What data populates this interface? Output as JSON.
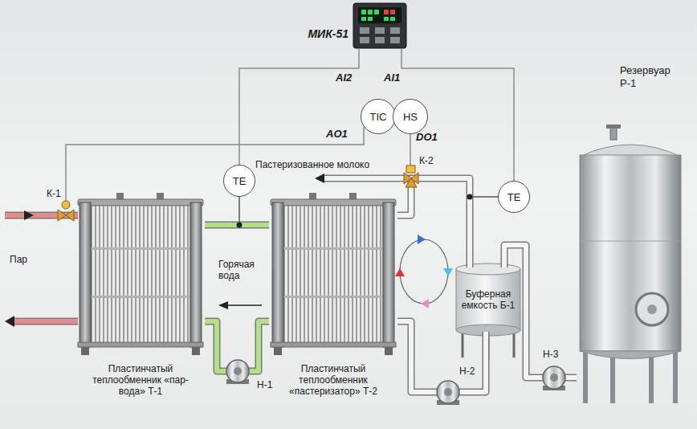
{
  "diagram": {
    "nodes": [
      {
        "text": [
          "МИК-51"
        ]
      },
      {
        "text": [
          "TIC"
        ]
      },
      {
        "text": [
          "HS"
        ]
      },
      {
        "text": [
          "TE"
        ]
      },
      {
        "text": [
          "TE"
        ]
      },
      {
        "text": [
          "Пластинчатый теплообменник «пар-вода» Т-1"
        ]
      },
      {
        "text": [
          "Пластинчатый теплообменник «пастеризатор» Т-2"
        ]
      },
      {
        "text": [
          "Буферная емкость Б-1"
        ]
      },
      {
        "text": [
          "Резервуар Р-1"
        ]
      }
    ],
    "edges": [
      {
        "from": 5,
        "to": 6,
        "arrow": "none"
      },
      {
        "from": 6,
        "to": 5,
        "arrow": "none"
      },
      {
        "from": 7,
        "to": 6,
        "arrow": "none"
      },
      {
        "from": 6,
        "to": 7,
        "arrow": "none"
      },
      {
        "from": 8,
        "to": 7,
        "arrow": "none"
      },
      {
        "from": 3,
        "to": 0,
        "arrow": "none"
      },
      {
        "from": 4,
        "to": 0,
        "arrow": "none"
      }
    ],
    "labels": [
      "AI2",
      "AI1",
      "AO1",
      "DO1",
      "К-1",
      "К-2",
      "Пастеризованное молоко",
      "Пар",
      "Горячая вода",
      "Н-1",
      "Н-2",
      "Н-3"
    ]
  }
}
